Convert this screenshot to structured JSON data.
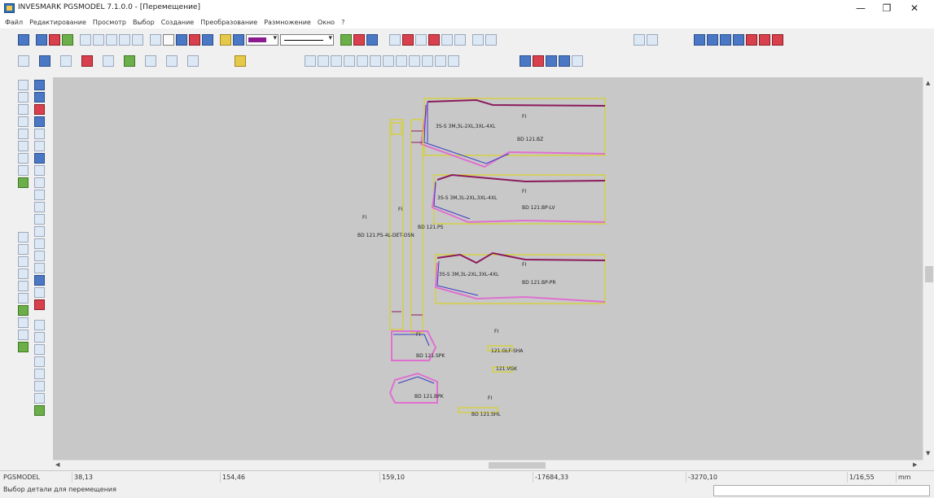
{
  "window": {
    "title": "INVESMARK PGSMODEL  7.1.0.0 - [Перемещение]",
    "minimize_glyph": "—",
    "maximize_glyph": "❐",
    "close_glyph": "✕"
  },
  "menu": [
    "Файл",
    "Редактирование",
    "Просмотр",
    "Выбор",
    "Создание",
    "Преобразование",
    "Размножение",
    "Окно",
    "?"
  ],
  "pieces": {
    "front": {
      "size_range": "3S-S 3M,3L-2XL,3XL-4XL",
      "marker": "FI",
      "code": "BD 121.BZ"
    },
    "back_upper": {
      "size_range": "3S-S 3M,3L-2XL,3XL-4XL",
      "marker": "FI",
      "code": "BD 121.BP-LV"
    },
    "back_lower": {
      "size_range": "3S-S 3M,3L-2XL,3XL-4XL",
      "marker": "FI",
      "code": "BD 121.BP-PR"
    },
    "waistband": {
      "marker": "FI",
      "code": "BD 121.PS",
      "detail": "BD 121.PS-4L-DET-OSN"
    },
    "strip": {
      "marker": "FI"
    },
    "pocket_upper": {
      "marker": "FI",
      "code": "BD 121.SPK"
    },
    "pocket_lower": {
      "code": "BD 121.BPK"
    },
    "strap_upper": {
      "marker": "FI",
      "code": "121.GLF-SHA"
    },
    "strap_mid": {
      "code": "121.VGK"
    },
    "strap_lower": {
      "marker": "FI",
      "code": "BD 121.SHL"
    }
  },
  "status": {
    "module": "PGSMODEL",
    "f1": "38,13",
    "f2": "154,46",
    "f3": "159,10",
    "f4": "-17684,33",
    "f5": "-3270,10",
    "f6": "1/16,55",
    "unit": "mm"
  },
  "hint": "Выбор детали для перемещения",
  "colors": {
    "canvas": "#c8c8c8",
    "outline_dark": "#8b1a5e",
    "outline_pink": "#e070d0",
    "outline_blue": "#3b3bc7",
    "frame_yellow": "#d9d400"
  }
}
